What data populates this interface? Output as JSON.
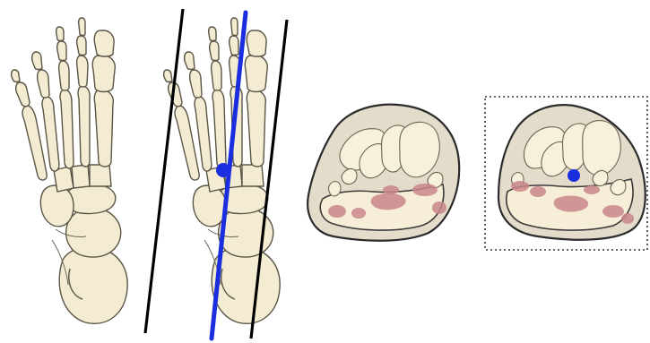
{
  "colors": {
    "bone_fill": "#f4ecd2",
    "bone_stroke": "#5a5546",
    "plane_line": "#000000",
    "axis_line": "#1a2ee0",
    "axis_point": "#1a2ee0",
    "skin": "#e3dccb",
    "muscle": "#c9868a",
    "crop_box": "#333333"
  },
  "panels": [
    {
      "id": "foot-plain",
      "description_icon": "foot-skeleton-icon"
    },
    {
      "id": "foot-with-planes",
      "description_icon": "foot-skeleton-icon",
      "has_axis_line": true,
      "has_cut_planes": true
    },
    {
      "id": "cross-section",
      "description_icon": "foot-cross-section-icon"
    },
    {
      "id": "cross-section-marked",
      "description_icon": "foot-cross-section-icon",
      "has_point": true,
      "has_dotted_frame": true
    }
  ]
}
